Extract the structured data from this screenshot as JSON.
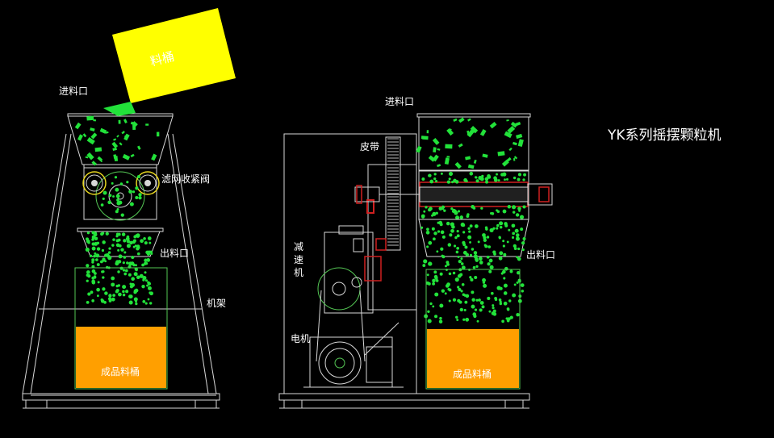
{
  "title": "YK系列摇摆颗粒机",
  "front_view": {
    "bucket": "料桶",
    "inlet": "进料口",
    "filter_valve": "滤网收紧阀",
    "outlet": "出料口",
    "frame": "机架",
    "product_bucket": "成品料桶"
  },
  "side_view": {
    "inlet": "进料口",
    "belt": "皮带",
    "reducer": "减\n速\n机",
    "outlet": "出料口",
    "motor": "电机",
    "product_bucket": "成品料桶"
  },
  "colors": {
    "background": "#000000",
    "bucket_yellow": "#ffff00",
    "product_orange": "#ff9f00",
    "granule_green": "#22e23a",
    "line_gray": "#d8d8d8",
    "accent_red": "#d02020"
  }
}
